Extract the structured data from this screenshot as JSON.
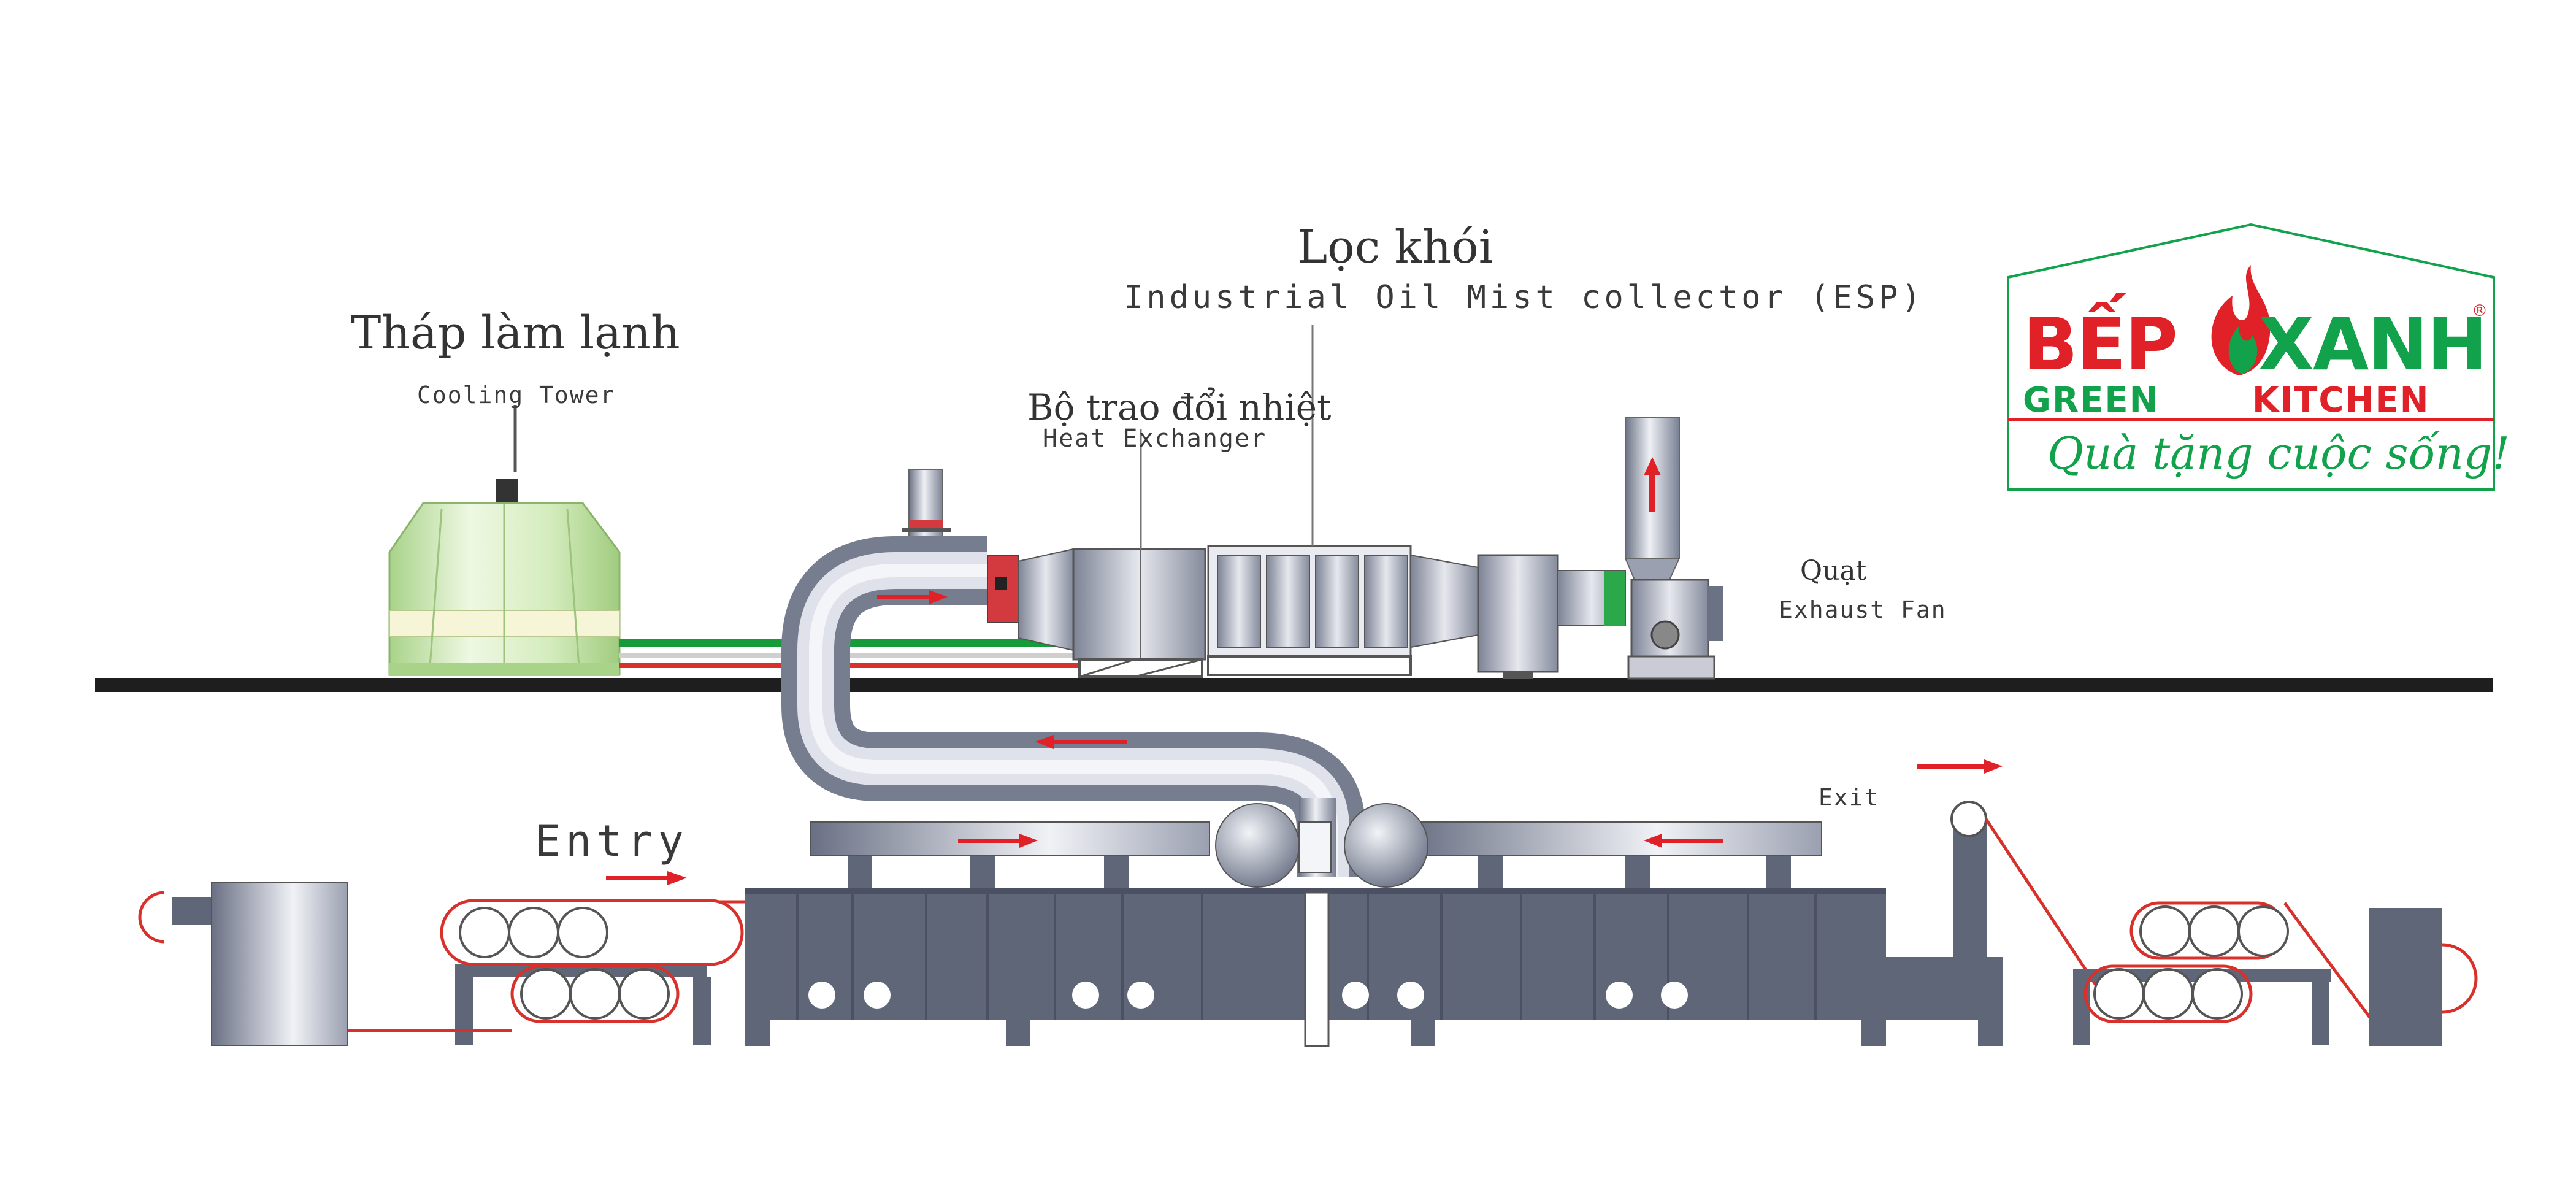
{
  "labels": {
    "oil_mist_title": "Lọc khói",
    "oil_mist_subtitle": "Industrial Oil Mist collector (ESP)",
    "cooling_title": "Tháp làm lạnh",
    "cooling_subtitle": "Cooling Tower",
    "heat_title": "Bộ trao đổi nhiệt",
    "heat_subtitle": "Heat Exchanger",
    "fan_title": "Quạt",
    "fan_subtitle": "Exhaust Fan",
    "entry": "Entry",
    "exit": "Exit"
  },
  "logo": {
    "brand_red": "BẾP",
    "brand_green": "XANH",
    "tagline_green": "GREEN",
    "tagline_red": "KITCHEN",
    "slogan": "Quà tặng cuộc sống!",
    "registered": "®"
  },
  "colors": {
    "machine": "#5f6678",
    "machine_dark": "#4b5163",
    "floor": "#1e1e1e",
    "flow_arrow": "#e02128",
    "belt": "#d8302b",
    "pipe_green": "#169a3a",
    "tower_green": "#c8e8a8",
    "brand_red": "#e02128",
    "brand_green": "#11a24b"
  },
  "icons": [
    "flow-arrow-icon",
    "flame-icon",
    "roller-icon"
  ]
}
